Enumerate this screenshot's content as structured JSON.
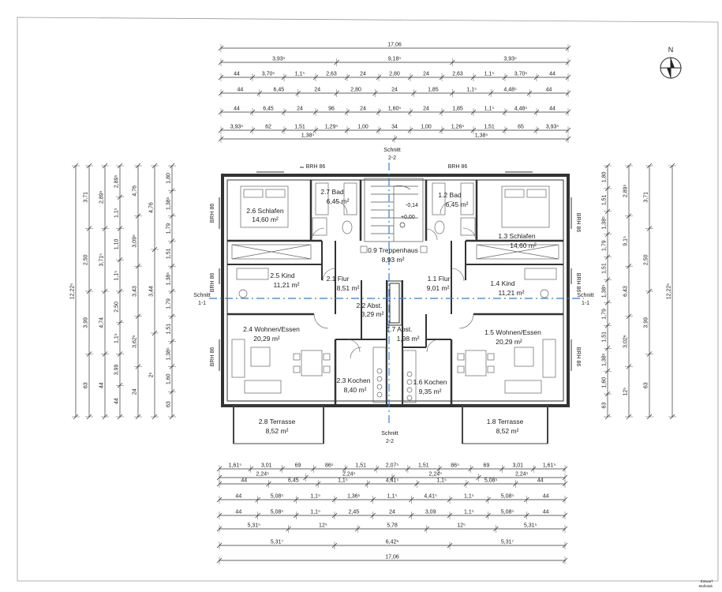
{
  "north": "N",
  "dims": {
    "top": [
      [
        "17,06"
      ],
      [
        "3,93⁵",
        "9,18⁵",
        "3,93⁵"
      ],
      [
        "44",
        "3,70⁵",
        "1,1⁵",
        "2,63",
        "24",
        "2,80",
        "24",
        "2,63",
        "1,1⁵",
        "3,70⁵",
        "44"
      ],
      [
        "44",
        "6,45",
        "24",
        "2,80",
        "24",
        "1,85",
        "1,1⁵",
        "4,48⁵",
        "44"
      ],
      [
        "44",
        "6,45",
        "24",
        "96",
        "24",
        "1,60⁵",
        "24",
        "1,85",
        "1,1⁵",
        "4,48⁵",
        "44"
      ],
      [
        "3,93⁵",
        "62",
        "1,51",
        "1,29⁵",
        "1,00",
        "34",
        "1,00",
        "1,26⁵",
        "1,51",
        "65",
        "3,93⁵"
      ],
      [
        "1,38⁵",
        "1,38⁵"
      ]
    ],
    "bottom": [
      [
        "1,61⁵",
        "3,01",
        "69",
        "86⁵",
        "1,51",
        "2,07⁵",
        "1,51",
        "86⁵",
        "69",
        "3,01",
        "1,61⁵"
      ],
      [
        "2,24⁵",
        "2,24⁵",
        "2,24⁵",
        "2,24⁵"
      ],
      [
        "44",
        "6,45",
        "1,1⁵",
        "4,41⁵",
        "1,1⁵",
        "5,08⁵",
        "44"
      ],
      [
        "44",
        "5,08⁵",
        "1,1⁵",
        "1,36⁵",
        "1,1⁵",
        "4,41⁵",
        "1,1⁵",
        "5,08⁵",
        "44"
      ],
      [
        "44",
        "5,08⁵",
        "1,1⁵",
        "2,45",
        "24",
        "3,09",
        "1,1⁵",
        "5,08⁵",
        "44"
      ],
      [
        "5,31⁵",
        "12⁵",
        "5,78",
        "12⁵",
        "5,31⁵"
      ],
      [
        "5,31⁷",
        "6,42⁶",
        "5,31⁷"
      ],
      [
        "17,06"
      ]
    ],
    "left": [
      [
        "12,22⁵"
      ],
      [
        "3,71",
        "2,50",
        "3,99",
        "63"
      ],
      [
        "2,89⁵",
        "3,71⁵",
        "4,74",
        "44"
      ],
      [
        "2,89⁵",
        "1,1⁵",
        "1,10",
        "1,1⁵",
        "2,50",
        "1,1⁵",
        "3,99",
        "44"
      ],
      [
        "4,76",
        "3,09⁵",
        "3,43",
        "3,62⁵",
        "24"
      ],
      [
        "4,76",
        "3,44",
        "2⁵"
      ],
      [
        "1,80",
        "1,38⁵",
        "1,79",
        "1,51",
        "1,38⁵",
        "1,79",
        "1,51",
        "1,38⁵",
        "1,60",
        "63"
      ]
    ],
    "right": [
      [
        "1,80",
        "1,51",
        "1,38⁵",
        "1,79",
        "1,51",
        "1,38⁵",
        "1,79",
        "1,51",
        "1,38⁵",
        "1,60",
        "63"
      ],
      [
        "2,89⁵",
        "9,1⁵",
        "6,43",
        "3,02⁶",
        "12⁵"
      ],
      [
        "3,71",
        "2,50",
        "3,99",
        "63"
      ],
      [
        "12,22⁵"
      ]
    ]
  },
  "rooms": [
    {
      "name": "2.6 Schlafen",
      "area": "14,60 m²"
    },
    {
      "name": "2.7 Bad",
      "area": "6,45 m²"
    },
    {
      "name": "1.2 Bad",
      "area": "6,45 m²"
    },
    {
      "name": "1.3 Schlafen",
      "area": "14,60 m²"
    },
    {
      "name": "0.9 Treppenhaus",
      "area": "8,93 m²"
    },
    {
      "name": "2.5 Kind",
      "area": "11,21 m²"
    },
    {
      "name": "2.1 Flur",
      "area": "8,51 m²"
    },
    {
      "name": "1.1 Flur",
      "area": "9,01 m²"
    },
    {
      "name": "1.4 Kind",
      "area": "11,21 m²"
    },
    {
      "name": "2.2 Abst.",
      "area": "3,29 m²"
    },
    {
      "name": "1.7 Abst.",
      "area": "1,98 m²"
    },
    {
      "name": "2.4 Wohnen/Essen",
      "area": "20,29 m²"
    },
    {
      "name": "1.5 Wohnen/Essen",
      "area": "20,29 m²"
    },
    {
      "name": "2.3 Kochen",
      "area": "8,40 m²"
    },
    {
      "name": "1.6 Kochen",
      "area": "9,35 m²"
    },
    {
      "name": "2.8 Terrasse",
      "area": "8,52 m²"
    },
    {
      "name": "1.8 Terrasse",
      "area": "8,52 m²"
    }
  ],
  "levels": [
    "-0,14",
    "+0,00"
  ],
  "labels": {
    "brh": "BRH 86",
    "schnitt": "Schnitt",
    "sec22": "2-2",
    "sec11": "1-1",
    "stamp": "Entwurf\nMaßstab"
  }
}
